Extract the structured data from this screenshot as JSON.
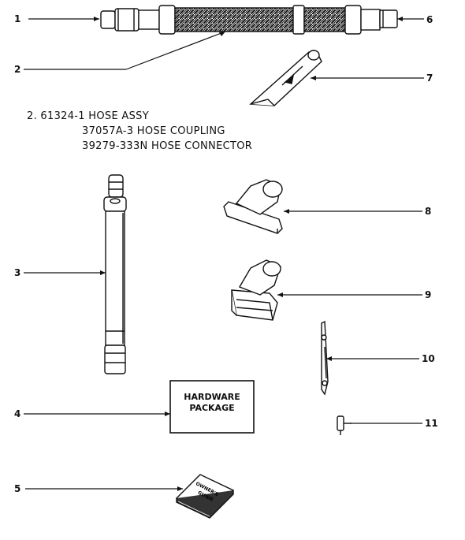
{
  "callouts": {
    "c1": "1",
    "c2": "2",
    "c3": "3",
    "c4": "4",
    "c5": "5",
    "c6": "6",
    "c7": "7",
    "c8": "8",
    "c9": "9",
    "c10": "10",
    "c11": "11"
  },
  "parts_list": {
    "line1": "2. 61324-1 HOSE ASSY",
    "line2": "37057A-3 HOSE COUPLING",
    "line3": "39279-333N HOSE CONNECTOR"
  },
  "hardware_package": {
    "line1": "HARDWARE",
    "line2": "PACKAGE"
  },
  "owners_guide": {
    "line1": "OWNER'S",
    "line2": "GUIDE"
  }
}
